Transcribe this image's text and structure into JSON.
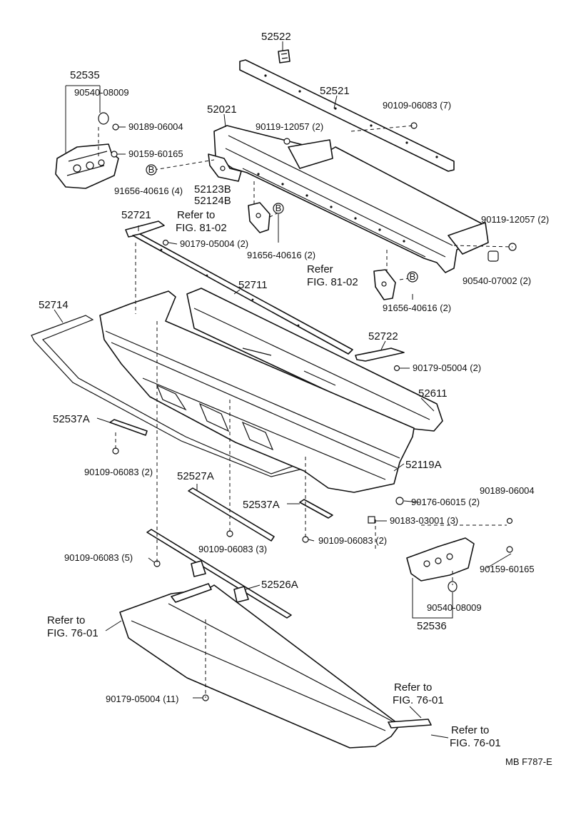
{
  "figure_code": "MB  F787-E",
  "labels": {
    "p52522": "52522",
    "p52521": "52521",
    "p52535": "52535",
    "p90540_08009_top": "90540-08009",
    "p90189_06004_top": "90189-06004",
    "p90159_60165_top": "90159-60165",
    "p91656_40616_4": "91656-40616 (4)",
    "p52021": "52021",
    "p90119_12057_top": "90119-12057 (2)",
    "p90109_06083_7": "90109-06083 (7)",
    "p52123B": "52123B",
    "p52124B": "52124B",
    "p52721": "52721",
    "refer_8102_a_line1": "Refer to",
    "refer_8102_a_line2": "FIG. 81-02",
    "p90179_05004_2a": "90179-05004 (2)",
    "p91656_40616_2a": "91656-40616 (2)",
    "p90119_12057_right": "90119-12057 (2)",
    "p90540_07002": "90540-07002 (2)",
    "refer_8102_b_line1": "Refer",
    "refer_8102_b_line2": "FIG. 81-02",
    "p91656_40616_2b": "91656-40616 (2)",
    "p52711": "52711",
    "p52714": "52714",
    "p52722": "52722",
    "p90179_05004_2b": "90179-05004 (2)",
    "p52611": "52611",
    "p52537A_left": "52537A",
    "p90109_06083_2_left": "90109-06083 (2)",
    "p52119A": "52119A",
    "p52527A": "52527A",
    "p52537A_center": "52537A",
    "p90176_06015": "90176-06015 (2)",
    "p90189_06004_right": "90189-06004",
    "p90183_03001": "90183-03001 (3)",
    "p90109_06083_3": "90109-06083 (3)",
    "p90109_06083_2_center": "90109-06083 (2)",
    "p90109_06083_5": "90109-06083 (5)",
    "p90159_60165_right": "90159-60165",
    "p52526A": "52526A",
    "p90540_08009_right": "90540-08009",
    "p52536": "52536",
    "refer_7601_a_line1": "Refer to",
    "refer_7601_a_line2": "FIG. 76-01",
    "refer_7601_b_line1": "Refer to",
    "refer_7601_b_line2": "FIG. 76-01",
    "refer_7601_c_line1": "Refer to",
    "refer_7601_c_line2": "FIG. 76-01",
    "p90179_05004_11": "90179-05004 (11)",
    "callout_b": "B"
  }
}
